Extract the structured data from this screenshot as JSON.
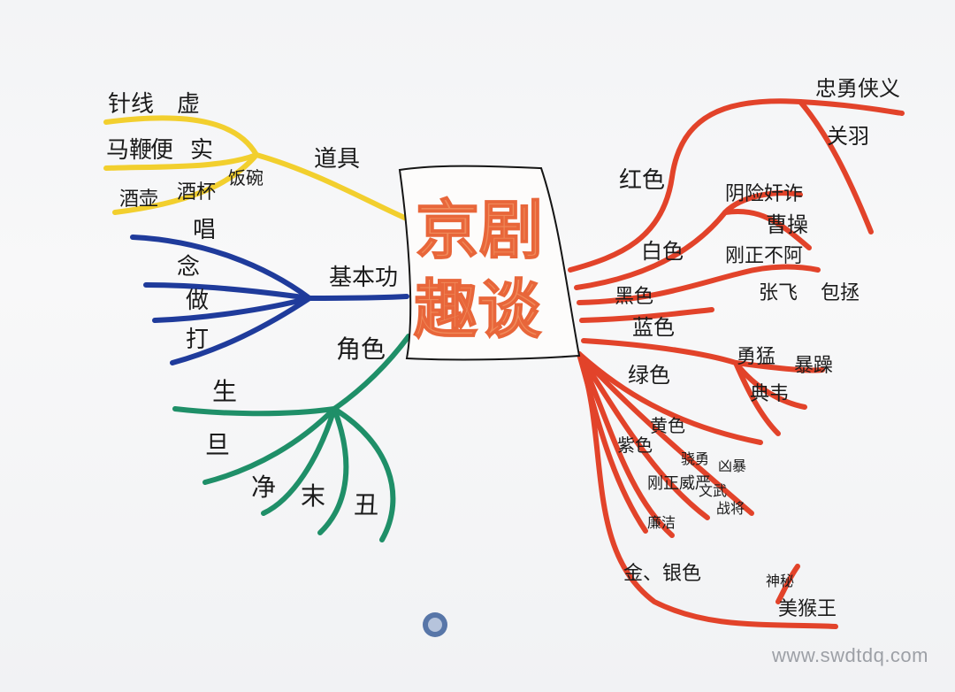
{
  "center": {
    "line1": "京剧",
    "line2": "趣谈"
  },
  "branches": {
    "props": {
      "label": "道具",
      "color": "#f2cf2e",
      "items": [
        "针线",
        "虚",
        "马鞭",
        "便",
        "实",
        "酒壶",
        "酒杯",
        "饭碗"
      ]
    },
    "basics": {
      "label": "基本功",
      "color": "#1f3b9b",
      "items": [
        "唱",
        "念",
        "做",
        "打"
      ]
    },
    "roles": {
      "label": "角色",
      "color": "#1f8f68",
      "items": [
        "生",
        "旦",
        "净",
        "末",
        "丑"
      ]
    },
    "masks": {
      "color": "#e2432a",
      "red": {
        "label": "红色",
        "sub": [
          "忠勇侠义",
          "关羽"
        ]
      },
      "white": {
        "label": "白色",
        "sub": [
          "阴险奸诈",
          "曹操"
        ]
      },
      "black": {
        "label": "黑色",
        "sub": [
          "刚正不阿",
          "张飞",
          "包拯"
        ]
      },
      "blue": {
        "label": "蓝色"
      },
      "green": {
        "label": "绿色",
        "sub": [
          "勇猛",
          "暴躁",
          "典韦"
        ]
      },
      "yellow": {
        "label": "黄色",
        "sub": [
          "骁勇",
          "凶暴"
        ]
      },
      "purple": {
        "label": "紫色",
        "sub": [
          "刚正威严",
          "廉洁",
          "文武",
          "战将"
        ]
      },
      "gold": {
        "label": "金、银色",
        "sub": [
          "神秘",
          "美猴王"
        ]
      }
    }
  },
  "watermark": "www.swdtdq.com"
}
